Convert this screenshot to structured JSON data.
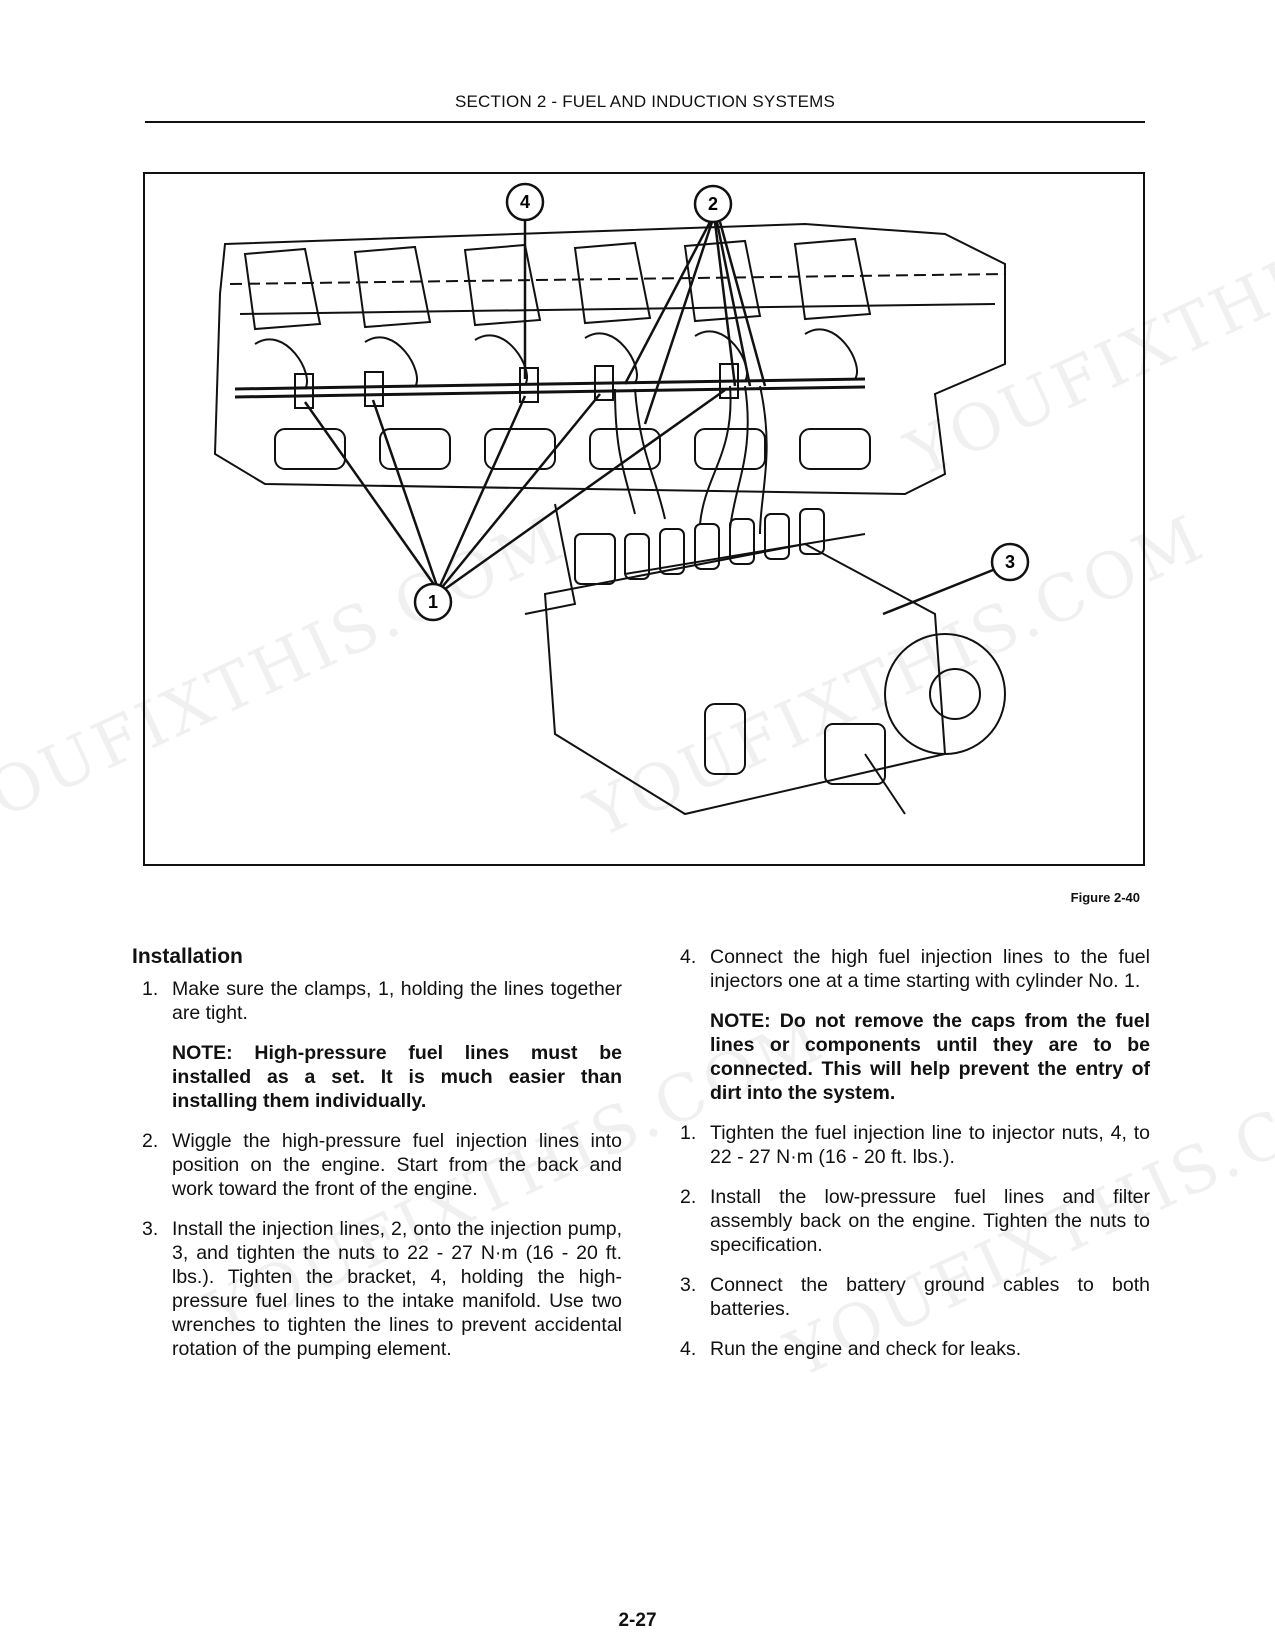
{
  "header": {
    "section_title": "SECTION 2 - FUEL AND INDUCTION SYSTEMS"
  },
  "figure": {
    "caption": "Figure 2-40",
    "callouts": [
      "1",
      "2",
      "3",
      "4"
    ]
  },
  "left_column": {
    "heading": "Installation",
    "step1": {
      "num": "1.",
      "text": "Make sure the clamps, 1, holding the lines together are tight."
    },
    "note1": "NOTE: High-pressure fuel lines must be installed as a set. It is much easier than installing them individually.",
    "step2": {
      "num": "2.",
      "text": "Wiggle the high-pressure fuel injection lines into position on the engine. Start from the back and work toward the front of the engine."
    },
    "step3": {
      "num": "3.",
      "text": "Install the injection lines, 2, onto the injection pump, 3, and tighten the nuts to 22 - 27 N·m (16 - 20 ft. lbs.). Tighten the bracket, 4, holding the high-pressure fuel lines to the intake manifold. Use two wrenches to tighten the lines to prevent accidental rotation of the pumping element."
    }
  },
  "right_column": {
    "step4": {
      "num": "4.",
      "text": "Connect the high fuel injection lines to the fuel injectors one at a time starting with cylinder No. 1."
    },
    "note2": "NOTE: Do not remove the caps from the fuel lines or components until they are to be connected. This will help prevent the entry of dirt into the system.",
    "step_b1": {
      "num": "1.",
      "text": "Tighten the fuel injection line to injector nuts, 4, to 22 - 27 N·m (16 - 20 ft. lbs.)."
    },
    "step_b2": {
      "num": "2.",
      "text": "Install the low-pressure fuel lines and filter assembly back on the engine. Tighten the nuts to specification."
    },
    "step_b3": {
      "num": "3.",
      "text": "Connect the battery ground cables to both batteries."
    },
    "step_b4": {
      "num": "4.",
      "text": "Run the engine and check for leaks."
    }
  },
  "footer": {
    "page_number": "2-27"
  },
  "watermark": {
    "text": "YOUFIXTHIS.COM"
  }
}
